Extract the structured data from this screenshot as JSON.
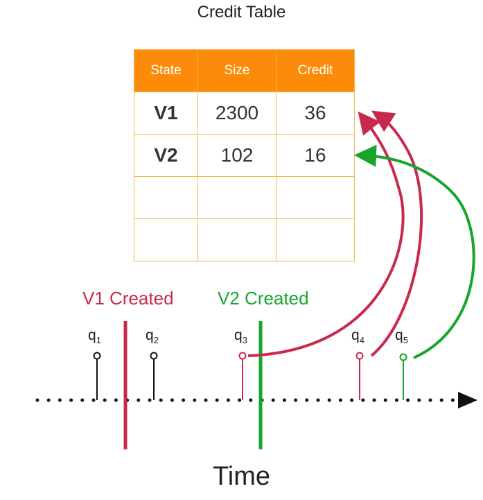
{
  "title": "Credit Table",
  "table": {
    "headers": [
      "State",
      "Size",
      "Credit"
    ],
    "rows": [
      {
        "state": "V1",
        "size": "2300",
        "credit": "36"
      },
      {
        "state": "V2",
        "size": "102",
        "credit": "16"
      },
      {
        "state": "",
        "size": "",
        "credit": ""
      },
      {
        "state": "",
        "size": "",
        "credit": ""
      }
    ]
  },
  "annotations": {
    "v1_created": "V1 Created",
    "v2_created": "V2 Created"
  },
  "queries": [
    {
      "base": "q",
      "sub": "1"
    },
    {
      "base": "q",
      "sub": "2"
    },
    {
      "base": "q",
      "sub": "3"
    },
    {
      "base": "q",
      "sub": "4"
    },
    {
      "base": "q",
      "sub": "5"
    }
  ],
  "axis_label": "Time",
  "colors": {
    "v1": "#c9294d",
    "v2": "#17a52b",
    "header": "#fb8b09",
    "border": "#f5b84a"
  }
}
